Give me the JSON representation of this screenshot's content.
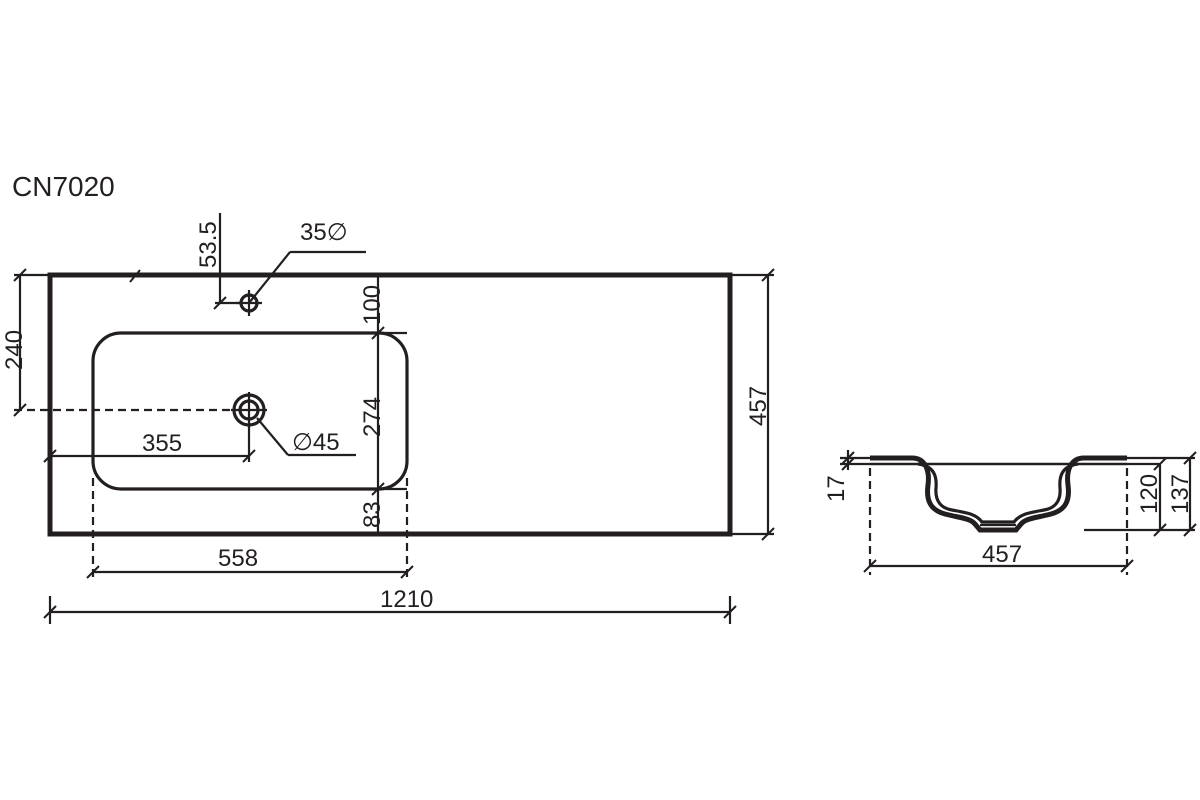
{
  "model": "CN7020",
  "dimensions": {
    "tap_hole_offset": "53.5",
    "tap_hole_diameter": "35∅",
    "bowl_to_edge": "100",
    "drain_from_top": "240",
    "drain_from_left": "355",
    "drain_diameter": "∅45",
    "bowl_depth_top": "274",
    "bowl_bottom_margin": "83",
    "bowl_width": "558",
    "total_length": "1210",
    "total_depth": "457",
    "side_thickness": "17",
    "side_bowl_height": "120",
    "side_total_height": "137",
    "side_depth": "457"
  }
}
